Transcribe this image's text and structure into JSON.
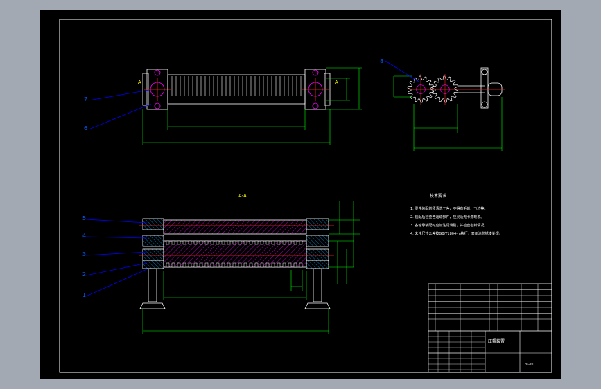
{
  "window": {
    "background": "#a3a9b2"
  },
  "colors": {
    "sheet": "#000000",
    "line": "#ffffff",
    "dim": "#00ff00",
    "hatch": "#ff00ff",
    "leader": "#0000ff",
    "center": "#ff2020",
    "label": "#ffff00",
    "note_text": "#ffffff"
  },
  "drawing": {
    "top_view": {
      "section_marks": [
        "A",
        "A"
      ],
      "leader_numbers": [
        "7",
        "6"
      ]
    },
    "side_view": {
      "leader_numbers": [
        "8"
      ]
    },
    "section_view": {
      "title": "A-A",
      "leader_numbers": [
        "5",
        "4",
        "3",
        "2",
        "1"
      ]
    },
    "tech_notes": {
      "heading": "技术要求",
      "lines": [
        "1. 零件装配前须清洗干净，不得有毛刺、飞边等。",
        "2. 装配后检查各运动部件，应灵活无卡滞现象。",
        "3. 各轴承装配时应加注润滑脂，并检查密封情况。",
        "4. 未注尺寸公差按GB/T1804-m执行，表面涂防锈漆处理。"
      ]
    },
    "title_block": {
      "drawing_title": "压辊装置",
      "drawing_no": "YG-01"
    }
  }
}
